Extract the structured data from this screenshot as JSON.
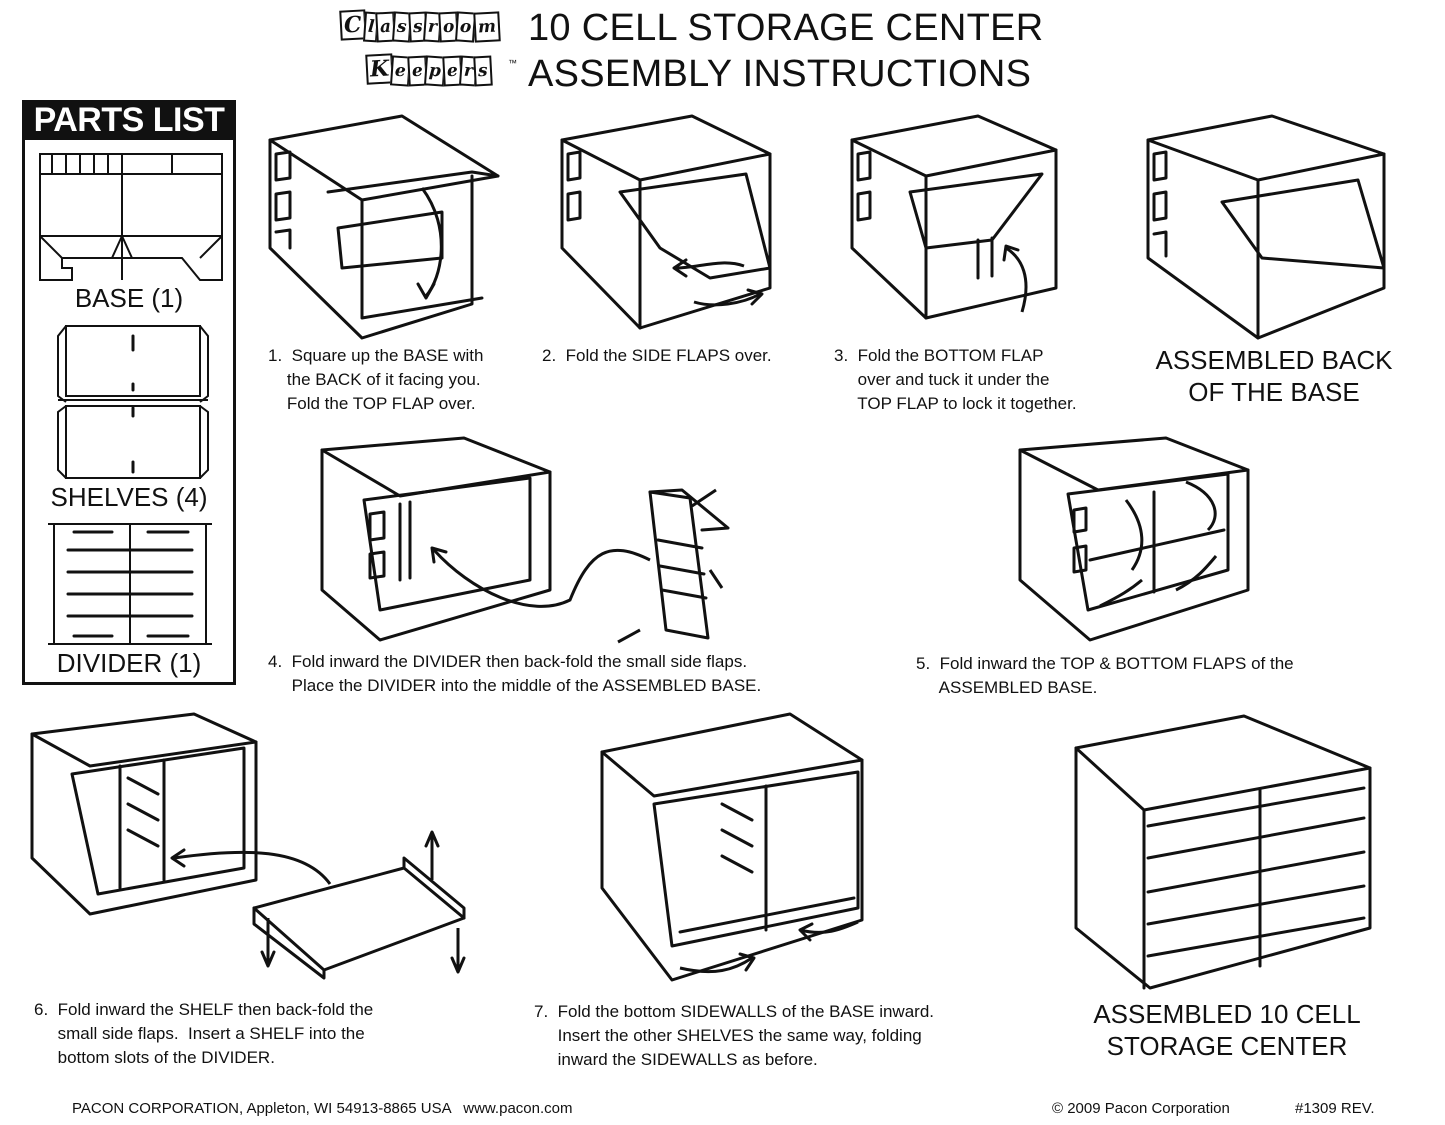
{
  "header": {
    "logo_line1": "Classroom",
    "logo_line2": "Keepers",
    "logo_tm": "™",
    "title_line1": "10 CELL STORAGE CENTER",
    "title_line2": "ASSEMBLY INSTRUCTIONS"
  },
  "parts_list": {
    "heading": "PARTS LIST",
    "items": [
      {
        "label": "BASE (1)"
      },
      {
        "label": "SHELVES (4)"
      },
      {
        "label": "DIVIDER (1)"
      }
    ]
  },
  "steps": [
    {
      "text": "1.  Square up the BASE with\n    the BACK of it facing you.\n    Fold the TOP FLAP over."
    },
    {
      "text": "2.  Fold the SIDE FLAPS over."
    },
    {
      "text": "3.  Fold the BOTTOM FLAP\n     over and tuck it under the\n     TOP FLAP to lock it together."
    },
    {
      "text": "ASSEMBLED BACK\nOF THE BASE"
    },
    {
      "text": "4.  Fold inward the DIVIDER then back-fold the small side flaps.\n     Place the DIVIDER into the middle of the ASSEMBLED BASE."
    },
    {
      "text": "5.  Fold inward the TOP & BOTTOM FLAPS of the\n     ASSEMBLED BASE."
    },
    {
      "text": "6.  Fold inward the SHELF then back-fold the\n     small side flaps.  Insert a SHELF into the\n     bottom slots of the DIVIDER."
    },
    {
      "text": "7.  Fold the bottom SIDEWALLS of the BASE inward.\n     Insert the other SHELVES the same way, folding\n     inward the SIDEWALLS as before."
    },
    {
      "text": "ASSEMBLED 10 CELL\nSTORAGE CENTER"
    }
  ],
  "footer": {
    "company": "PACON CORPORATION, Appleton, WI 54913-8865 USA   www.pacon.com",
    "copyright": "© 2009 Pacon Corporation",
    "code": "#1309 REV."
  }
}
